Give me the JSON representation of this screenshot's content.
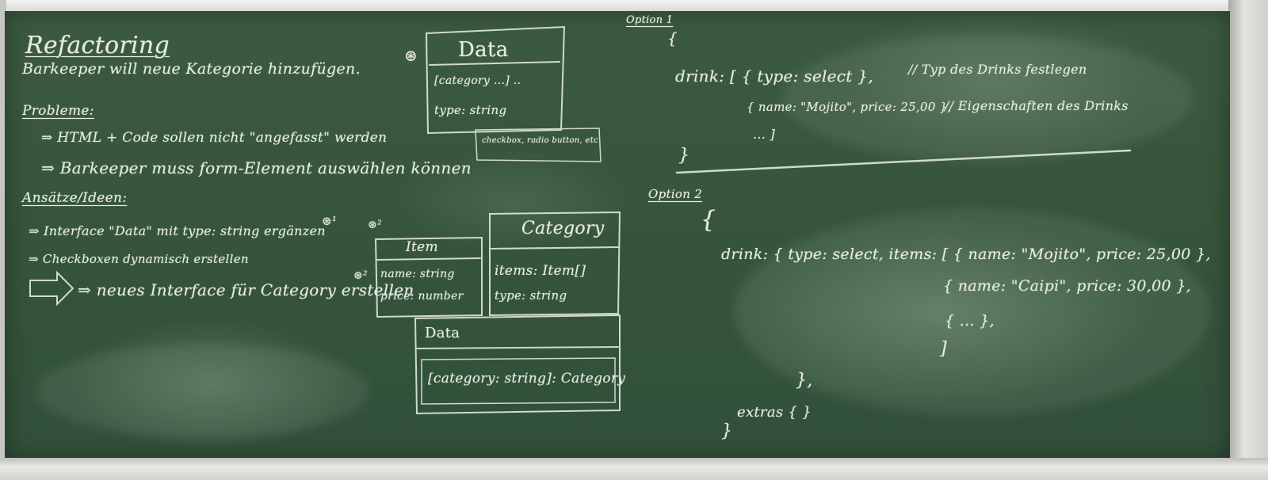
{
  "left": {
    "heading": "Refactoring",
    "subtitle": "Barkeeper will neue Kategorie hinzufügen.",
    "probleme_heading": "Probleme:",
    "probleme": [
      "⇒ HTML + Code sollen nicht \"angefasst\" werden",
      "⇒ Barkeeper muss form-Element auswählen können"
    ],
    "ansatz_heading": "Ansätze/Ideen:",
    "ideen": [
      "⇒ Interface \"Data\" mit type: string ergänzen",
      "⇒ Checkboxen dynamisch erstellen",
      "⇒ neues Interface für Category erstellen"
    ],
    "ref_star1": "⊛¹",
    "ref_star2": "⊛²",
    "ref_star": "⊛"
  },
  "data_box1": {
    "title": "Data",
    "lines": [
      "[category ...] ..",
      "type: string"
    ],
    "note": "checkbox, radio button, etc"
  },
  "item_box": {
    "title": "Item",
    "lines": [
      "name: string",
      "price: number"
    ]
  },
  "category_box": {
    "title": "Category",
    "lines": [
      "items: Item[]",
      "type: string"
    ]
  },
  "data_box2": {
    "title": "Data",
    "line": "[category: string]: Category"
  },
  "option1": {
    "heading": "Option 1",
    "open": "{",
    "l1": "drink: [ { type: select },",
    "c1": "// Typ des Drinks festlegen",
    "l2": "{ name: \"Mojito\", price: 25,00 },",
    "c2": "// Eigenschaften des Drinks",
    "l3": "... ]",
    "close": "}"
  },
  "option2": {
    "heading": "Option 2",
    "open": "{",
    "l1": "drink: { type: select, items: [ { name: \"Mojito\", price: 25,00 },",
    "l2": "{ name: \"Caipi\", price: 30,00 },",
    "l3": "{ ... },",
    "l4": "]",
    "l5": "},",
    "l6": "extras { }",
    "close": "}"
  }
}
